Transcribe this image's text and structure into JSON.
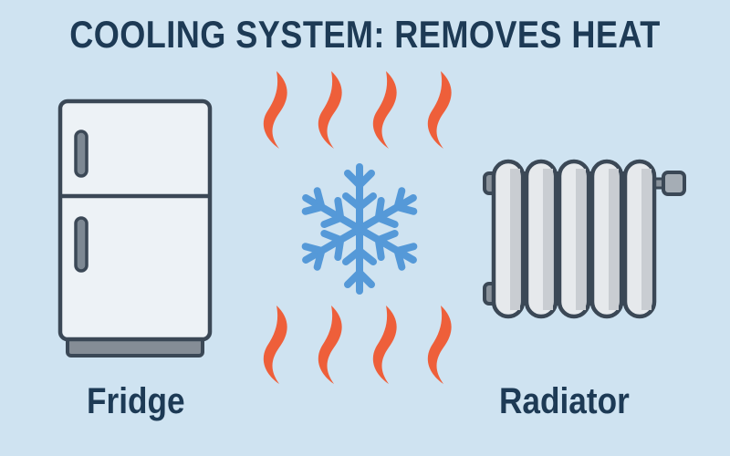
{
  "title": "COOLING SYSTEM: REMOVES HEAT",
  "labels": {
    "fridge": "Fridge",
    "radiator": "Radiator"
  },
  "icons": {
    "left": "fridge-icon",
    "center": "snowflake-icon",
    "right": "radiator-icon",
    "heat": "heat-wave-icon"
  },
  "colors": {
    "background": "#cfe3f1",
    "text": "#1d3a55",
    "heat": "#ee5f3a",
    "snowflake": "#5599d8",
    "outline": "#3b4856",
    "appliance_fill": "#edf2f6",
    "metal_grey": "#8a939c"
  }
}
